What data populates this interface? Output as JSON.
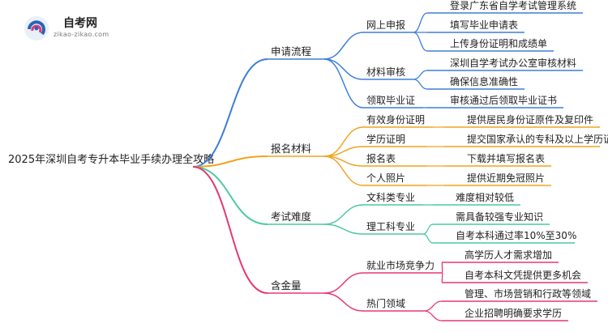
{
  "logo": {
    "name": "自考网",
    "url": "zikao-zikao.com"
  },
  "root": "2025年深圳自考专升本毕业手续办理全攻略",
  "colors": {
    "blue": "#3d7fd8",
    "orange": "#f2a31f",
    "green": "#4cc9a0",
    "pink": "#e5396f"
  },
  "branches": [
    {
      "label": "申请流程",
      "color": "blue",
      "children": [
        {
          "label": "网上申报",
          "leaves": [
            "登录广东省自学考试管理系统",
            "填写毕业申请表",
            "上传身份证明和成绩单"
          ]
        },
        {
          "label": "材料审核",
          "leaves": [
            "深圳自学考试办公室审核材料",
            "确保信息准确性"
          ]
        },
        {
          "label": "领取毕业证",
          "leaves": [
            "审核通过后领取毕业证书"
          ]
        }
      ]
    },
    {
      "label": "报名材料",
      "color": "orange",
      "children": [
        {
          "label": "有效身份证明",
          "leaves": [
            "提供居民身份证原件及复印件"
          ]
        },
        {
          "label": "学历证明",
          "leaves": [
            "提交国家承认的专科及以上学历证书"
          ]
        },
        {
          "label": "报名表",
          "leaves": [
            "下载并填写报名表"
          ]
        },
        {
          "label": "个人照片",
          "leaves": [
            "提供近期免冠照片"
          ]
        }
      ]
    },
    {
      "label": "考试难度",
      "color": "green",
      "children": [
        {
          "label": "文科类专业",
          "leaves": [
            "难度相对较低"
          ]
        },
        {
          "label": "理工科专业",
          "leaves": [
            "需具备较强专业知识",
            "自考本科通过率10%至30%"
          ]
        }
      ]
    },
    {
      "label": "含金量",
      "color": "pink",
      "children": [
        {
          "label": "就业市场竞争力",
          "leaves": [
            "高学历人才需求增加",
            "自考本科文凭提供更多机会"
          ]
        },
        {
          "label": "热门领域",
          "leaves": [
            "管理、市场营销和行政等领域",
            "企业招聘明确要求学历"
          ]
        }
      ]
    }
  ]
}
